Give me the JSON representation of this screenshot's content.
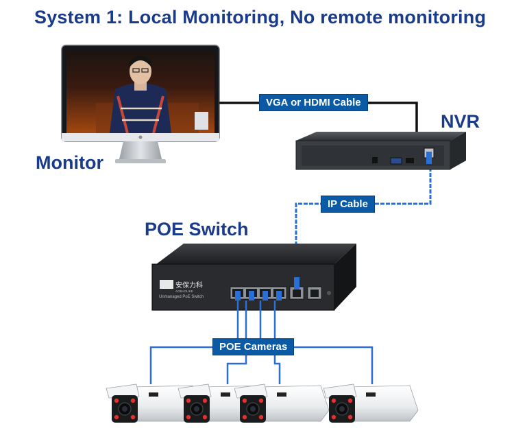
{
  "title": "System 1: Local Monitoring, No remote monitoring",
  "labels": {
    "monitor": "Monitor",
    "nvr": "NVR",
    "poe_switch": "POE Switch"
  },
  "cables": {
    "vga_hdmi": "VGA or HDMI Cable",
    "ip": "IP Cable",
    "poe_cameras": "POE Cameras"
  },
  "switch": {
    "brand_cn": "安保力科",
    "brand_en": "AOBAOLIKE",
    "model": "Unmanaged PoE Switch"
  },
  "colors": {
    "title": "#1a3a8a",
    "cable_tag": "#0b5aa6",
    "ethernet": "#2a6fd6",
    "video_cable": "#111111"
  }
}
